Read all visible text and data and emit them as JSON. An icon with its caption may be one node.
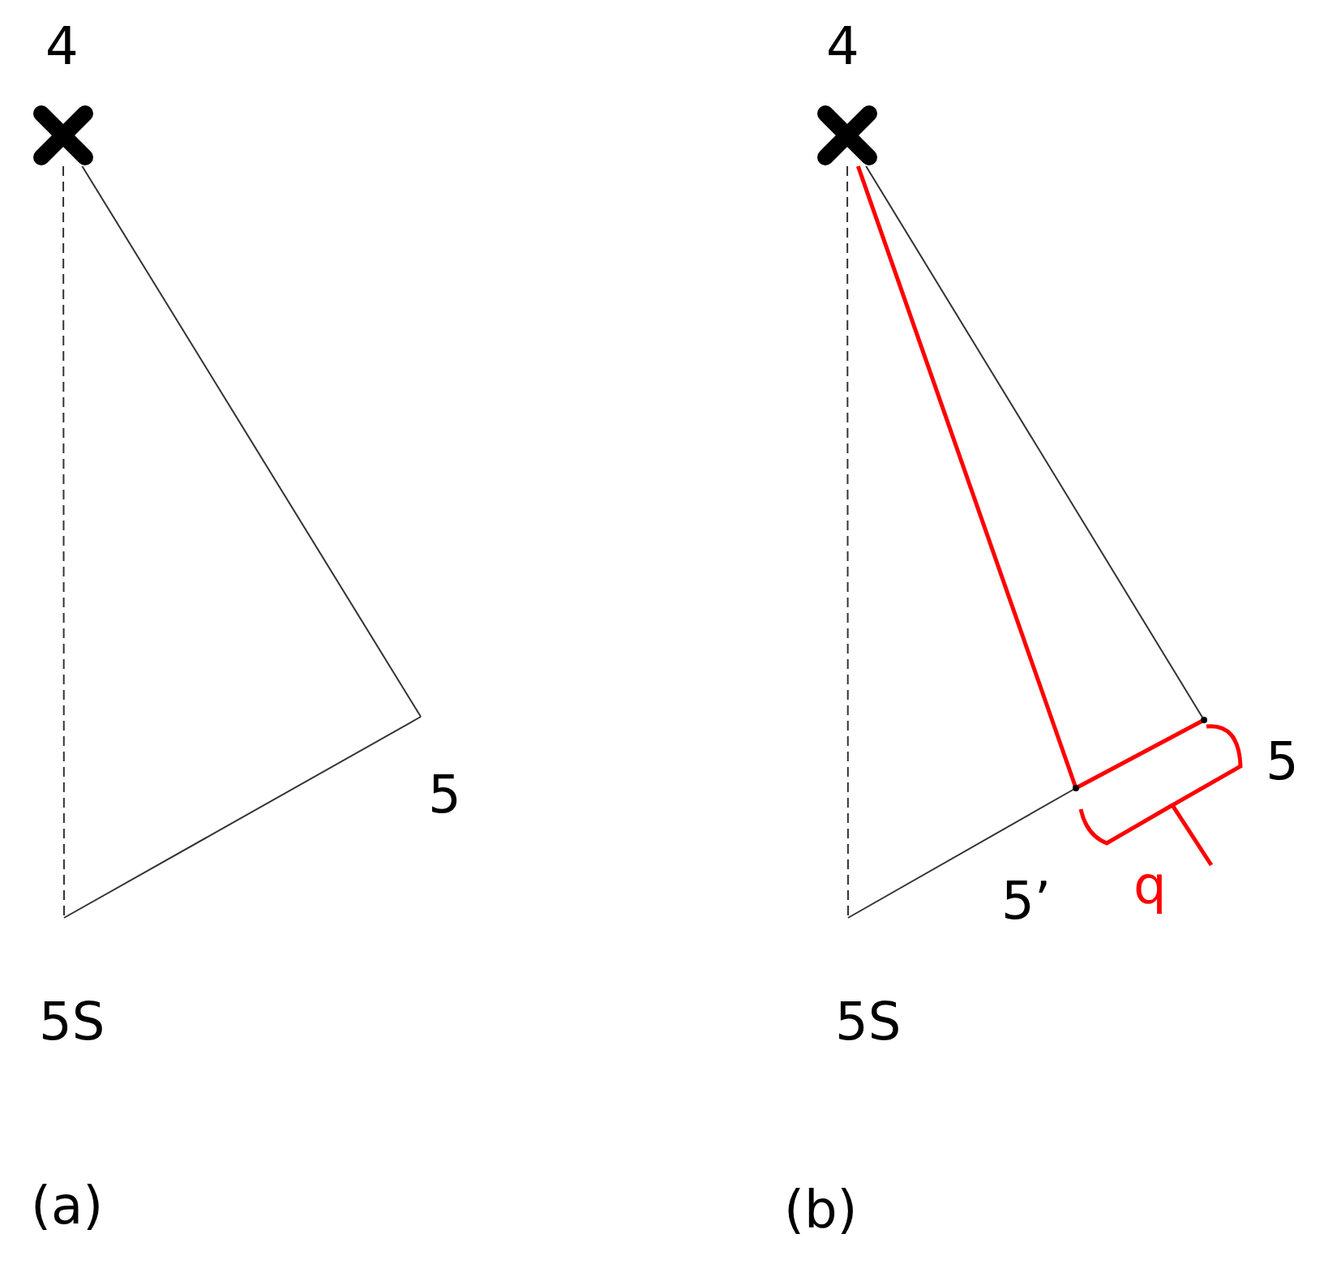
{
  "diagram": {
    "nodes": [
      {
        "text": [
          "4"
        ]
      },
      {
        "text": [
          "5"
        ]
      },
      {
        "text": [
          "5S"
        ]
      },
      {
        "text": [
          "4"
        ]
      },
      {
        "text": [
          "5"
        ]
      },
      {
        "text": [
          "5S"
        ]
      },
      {
        "text": [
          "5’"
        ]
      }
    ],
    "edges": [
      {
        "from": 0,
        "to": 2,
        "arrow": "none",
        "style": "dashed"
      },
      {
        "from": 0,
        "to": 1,
        "arrow": "none"
      },
      {
        "from": 1,
        "to": 2,
        "arrow": "none"
      },
      {
        "from": 3,
        "to": 5,
        "arrow": "none",
        "style": "dashed"
      },
      {
        "from": 3,
        "to": 4,
        "arrow": "none"
      },
      {
        "from": 3,
        "to": 6,
        "arrow": "none",
        "style": "thick",
        "color": "#ff0000"
      },
      {
        "from": 6,
        "to": 4,
        "arrow": "none",
        "style": "thick",
        "color": "#ff0000"
      },
      {
        "from": 6,
        "to": 5,
        "arrow": "none"
      }
    ],
    "labels": [
      "q",
      "(a)",
      "(b)"
    ]
  }
}
